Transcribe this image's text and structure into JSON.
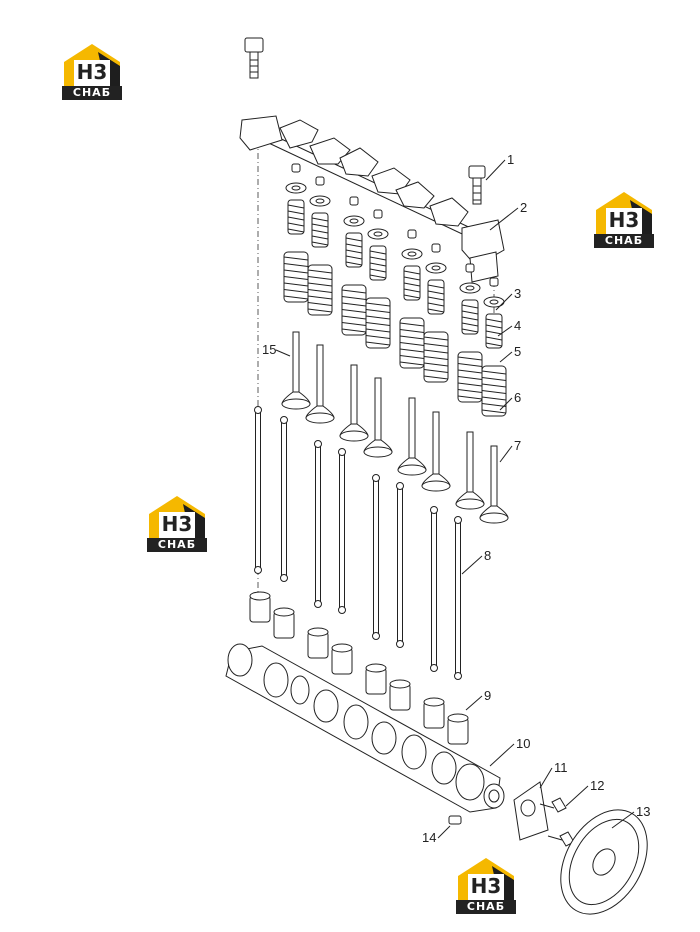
{
  "logos": [
    {
      "mark": "H3",
      "badge": "СНАБ"
    },
    {
      "mark": "H3",
      "badge": "СНАБ"
    },
    {
      "mark": "H3",
      "badge": "СНАБ"
    },
    {
      "mark": "H3",
      "badge": "СНАБ"
    }
  ],
  "callouts": [
    "1",
    "2",
    "3",
    "4",
    "5",
    "6",
    "7",
    "8",
    "9",
    "10",
    "11",
    "12",
    "13",
    "14",
    "15"
  ],
  "colors": {
    "logo_yellow": "#f5b800",
    "logo_dark": "#222222",
    "line": "#222222"
  }
}
